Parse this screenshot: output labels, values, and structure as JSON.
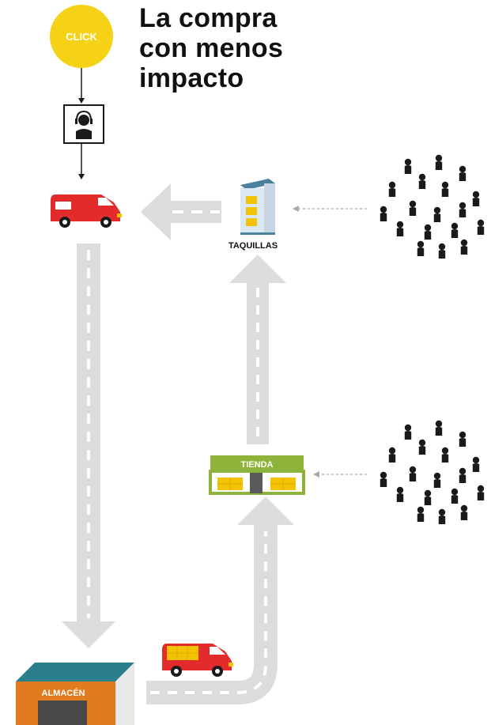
{
  "title": {
    "line1": "La compra",
    "line2": "con menos",
    "line3": "impacto"
  },
  "nodes": {
    "click": "CLICK",
    "taquillas": "TAQUILLAS",
    "tienda": "TIENDA",
    "almacen": "ALMACÉN"
  },
  "colors": {
    "click_yellow": "#f5d215",
    "van_red": "#e32b2b",
    "road_gray": "#dcdcdc",
    "tienda_green": "#8db33a",
    "locker_blue": "#4a7f9e",
    "warehouse_orange": "#e07b1f",
    "warehouse_roof": "#2a7f8a",
    "crowd": "#1a1a1a"
  },
  "icons": [
    "operator-headset-icon",
    "delivery-van-icon",
    "locker-icon",
    "store-icon",
    "warehouse-icon",
    "people-crowd-icon"
  ]
}
